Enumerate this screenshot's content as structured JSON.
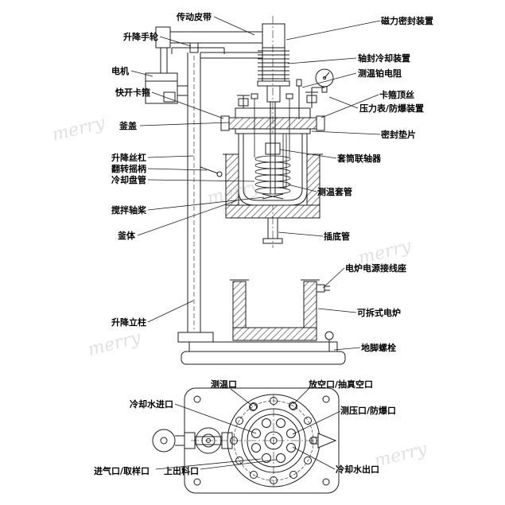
{
  "diagram": {
    "bg": "#ffffff",
    "line_color": "#1c1c1c",
    "label_color": "#000000",
    "watermark_text": "merry"
  },
  "labels": {
    "front": [
      {
        "name": "drive-belt",
        "text": "传动皮带"
      },
      {
        "name": "lifting-handwheel",
        "text": "升降手轮"
      },
      {
        "name": "motor",
        "text": "电机"
      },
      {
        "name": "quick-open-clamp",
        "text": "快开卡箍"
      },
      {
        "name": "kettle-lid",
        "text": "釜盖"
      },
      {
        "name": "lifting-screw",
        "text": "升降丝杠"
      },
      {
        "name": "flip-crank",
        "text": "翻转摇柄"
      },
      {
        "name": "cooling-coil",
        "text": "冷却盘管"
      },
      {
        "name": "stirring-shaft-paddle",
        "text": "搅拌轴桨"
      },
      {
        "name": "kettle-body",
        "text": "釜体"
      },
      {
        "name": "lifting-column",
        "text": "升降立柱"
      },
      {
        "name": "magnetic-seal-device",
        "text": "磁力密封装置"
      },
      {
        "name": "shaft-seal-cooling-device",
        "text": "轴封冷却装置"
      },
      {
        "name": "pt-temperature-resistance",
        "text": "测温铂电阻"
      },
      {
        "name": "clamp-set-screw",
        "text": "卡箍顶丝"
      },
      {
        "name": "pressure-gauge-burst-device",
        "text": "压力表/防爆装置"
      },
      {
        "name": "sealing-gasket",
        "text": "密封垫片"
      },
      {
        "name": "sleeve-coupling",
        "text": "套筒联轴器"
      },
      {
        "name": "thermowell",
        "text": "测温套管"
      },
      {
        "name": "bottom-insert-tube",
        "text": "插底管"
      },
      {
        "name": "furnace-power-terminal",
        "text": "电炉电源接线座"
      },
      {
        "name": "detachable-electric-furnace",
        "text": "可拆式电炉"
      },
      {
        "name": "anchor-bolt",
        "text": "地脚螺栓"
      }
    ],
    "plan": [
      {
        "name": "temperature-port",
        "text": "测温口"
      },
      {
        "name": "vent-vacuum-port",
        "text": "放空口/抽真空口"
      },
      {
        "name": "cooling-water-inlet",
        "text": "冷却水进口"
      },
      {
        "name": "pressure-burst-port",
        "text": "测压口/防爆口"
      },
      {
        "name": "gas-inlet-sampling-port",
        "text": "进气口/取样口"
      },
      {
        "name": "top-discharge-port",
        "text": "上出料口"
      },
      {
        "name": "cooling-water-outlet",
        "text": "冷却水出口"
      }
    ]
  }
}
